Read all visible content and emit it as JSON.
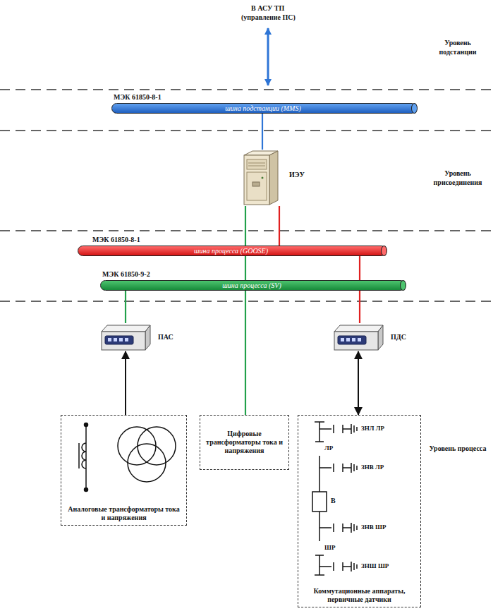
{
  "diagram": {
    "nodes": [
      {
        "text": [
          "МЭК 61850-8-1",
          "шина подстанции (MMS)"
        ]
      },
      {
        "text": [
          "ИЭУ"
        ]
      },
      {
        "text": [
          "МЭК 61850-8-1",
          "шина процесса (GOOSE)"
        ]
      },
      {
        "text": [
          "МЭК 61850-9-2",
          "шина процесса (SV)"
        ]
      },
      {
        "text": [
          "ПАС"
        ]
      },
      {
        "text": [
          "ПДС"
        ]
      },
      {
        "text": [
          "Аналоговые трансформаторы тока и напряжения"
        ]
      },
      {
        "text": [
          "Цифровые трансформаторы тока и напряжения"
        ]
      },
      {
        "text": [
          "Коммутационные аппараты, первичные датчики"
        ]
      }
    ],
    "edges": [
      {
        "from": 1,
        "to": 0,
        "arrow": "none"
      },
      {
        "from": 1,
        "to": 2,
        "arrow": "none"
      },
      {
        "from": 1,
        "to": 3,
        "arrow": "none"
      },
      {
        "from": 3,
        "to": 7,
        "arrow": "none"
      },
      {
        "from": 4,
        "to": 3,
        "arrow": "none"
      },
      {
        "from": 5,
        "to": 2,
        "arrow": "none"
      },
      {
        "from": 6,
        "to": 4,
        "arrow": "to"
      },
      {
        "from": 5,
        "to": 8,
        "arrow": "both"
      }
    ],
    "labels": [
      "В АСУ ТП",
      "(управление ПС)",
      "Уровень подстанции",
      "Уровень присоединения",
      "Уровень процесса",
      "ЗНЛ ЛР",
      "ЛР",
      "ЗНВ ЛР",
      "В",
      "ЗНВ ШР",
      "ШР",
      "ЗНШ ШР"
    ]
  }
}
